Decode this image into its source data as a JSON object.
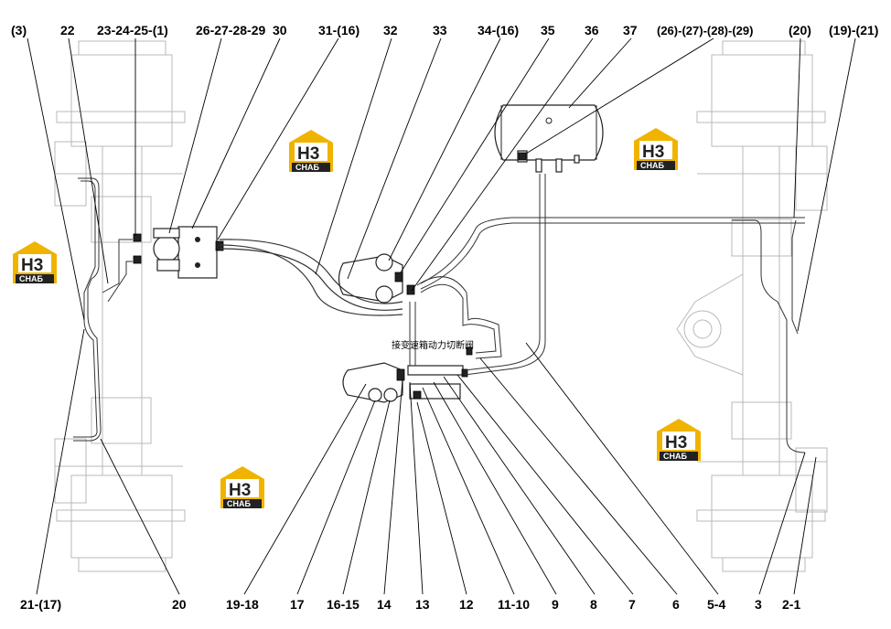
{
  "top_callouts": [
    "(3)",
    "22",
    "23-24-25-(1)",
    "26-27-28-29",
    "30",
    "31-(16)",
    "32",
    "33",
    "34-(16)",
    "35",
    "36",
    "37",
    "(26)-(27)-(28)-(29)",
    "(20)",
    "(19)-(21)"
  ],
  "bottom_callouts": [
    "21-(17)",
    "20",
    "19-18",
    "17",
    "16-15",
    "14",
    "13",
    "12",
    "11-10",
    "9",
    "8",
    "7",
    "6",
    "5-4",
    "3",
    "2-1"
  ],
  "valve_label": "接变速箱动力切断阀",
  "watermark": {
    "letters": "H3",
    "text": "CHAБ",
    "color": "#f0b400"
  }
}
